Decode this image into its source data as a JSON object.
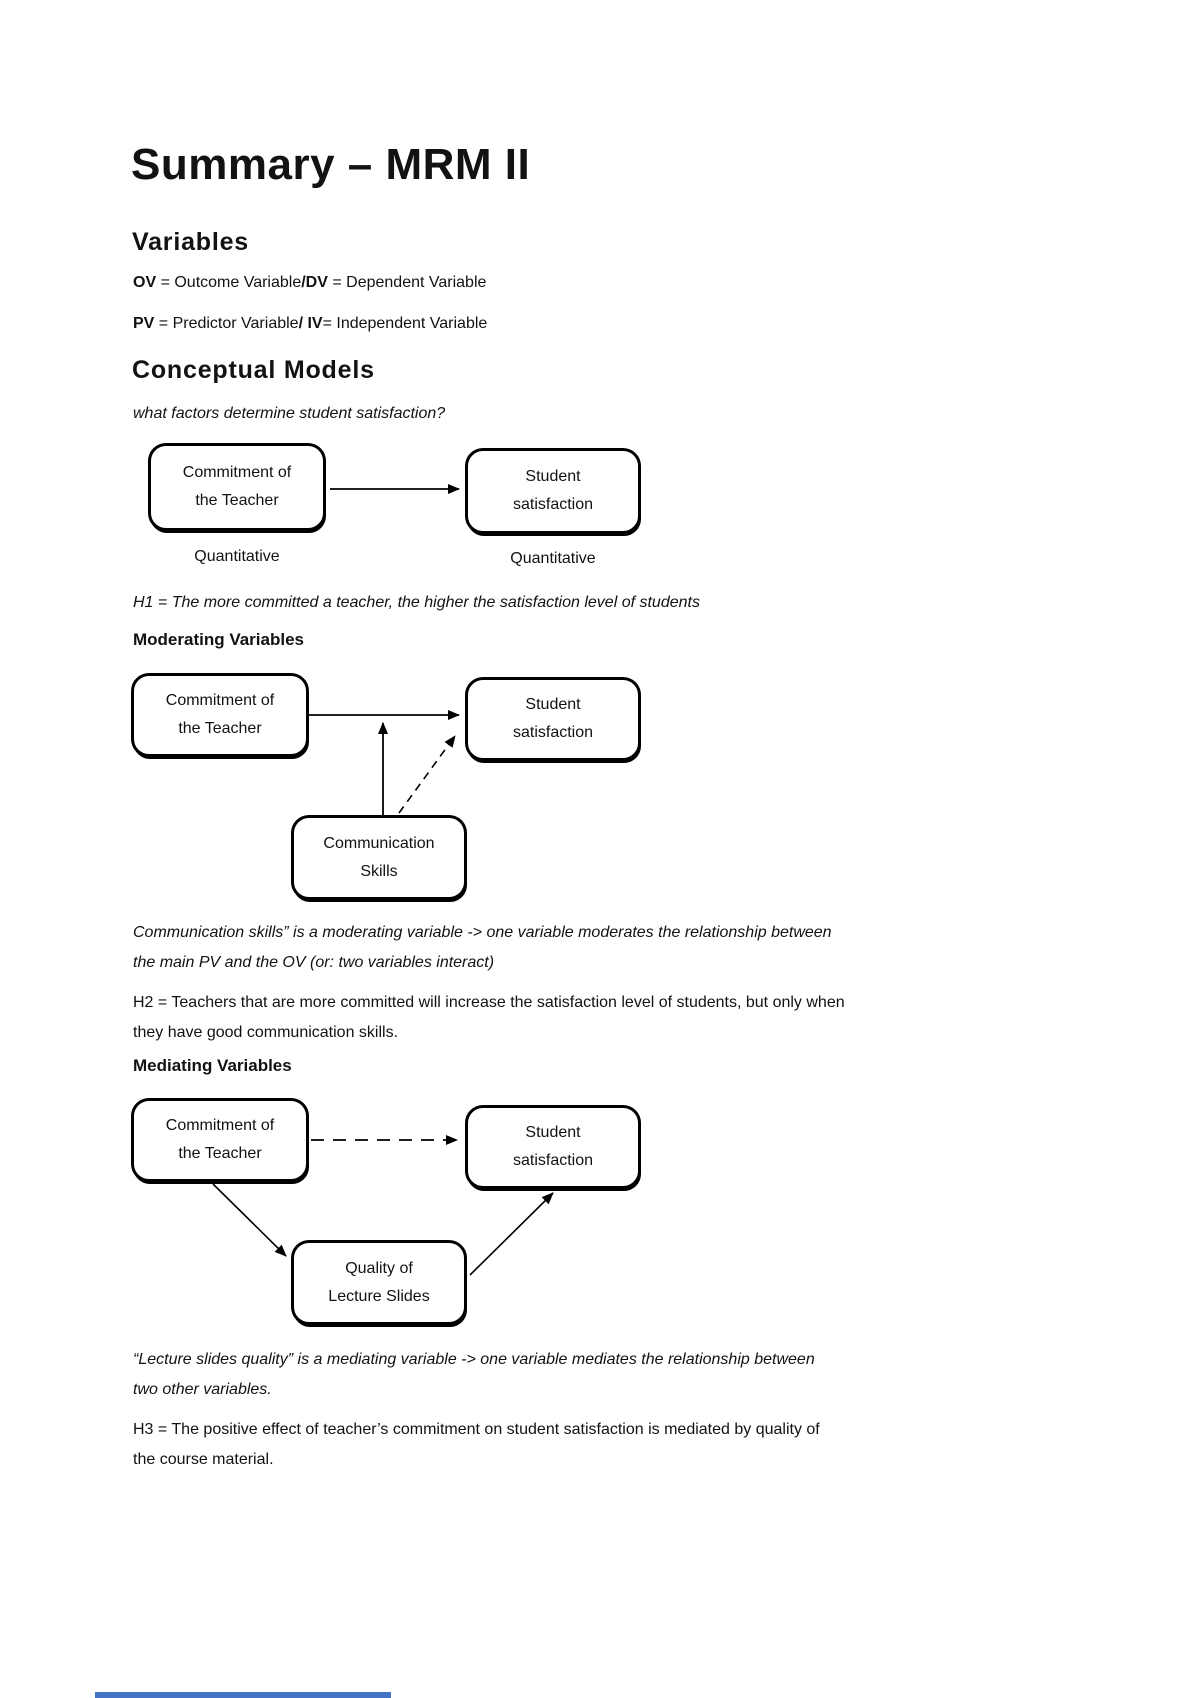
{
  "page_title": "Summary – MRM II",
  "colors": {
    "text": "#121212",
    "accent_bar": "#4472c4"
  },
  "variables": {
    "heading": "Variables",
    "ov_abbr": "OV",
    "ov_rest": " = Outcome Variable",
    "dv_abbr": "/DV",
    "dv_rest": " = Dependent Variable",
    "pv_abbr": "PV",
    "pv_rest": " = Predictor Variable",
    "iv_abbr": "/ IV",
    "iv_rest": "= Independent Variable"
  },
  "conceptual": {
    "heading": "Conceptual Models",
    "question": "what factors determine student satisfaction?",
    "diagram": {
      "left_box": [
        "Commitment of",
        "the Teacher"
      ],
      "right_box": [
        "Student",
        "satisfaction"
      ],
      "left_label": "Quantitative",
      "right_label": "Quantitative"
    },
    "h1": "H1 = The more committed a teacher, the higher the satisfaction level of students"
  },
  "moderating": {
    "heading": "Moderating Variables",
    "diagram": {
      "left_box": [
        "Commitment of",
        "the Teacher"
      ],
      "right_box": [
        "Student",
        "satisfaction"
      ],
      "bottom_box": [
        "Communication",
        "Skills"
      ]
    },
    "note_lines": [
      "Communication skills” is a moderating variable -> one variable moderates the relationship between",
      "the main PV and the OV (or: two variables interact)"
    ],
    "h2_lines": [
      "H2 = Teachers that are more committed will increase the satisfaction level of students, but only when",
      "they have good communication skills."
    ]
  },
  "mediating": {
    "heading": "Mediating Variables",
    "diagram": {
      "left_box": [
        "Commitment of",
        "the Teacher"
      ],
      "right_box": [
        "Student",
        "satisfaction"
      ],
      "bottom_box": [
        "Quality of",
        "Lecture Slides"
      ]
    },
    "note_lines": [
      "“Lecture slides quality” is a mediating variable -> one variable mediates the relationship between",
      "two other variables."
    ],
    "h3_lines": [
      "H3 = The positive effect of teacher’s commitment on student satisfaction is mediated by quality of",
      "the course material."
    ]
  }
}
